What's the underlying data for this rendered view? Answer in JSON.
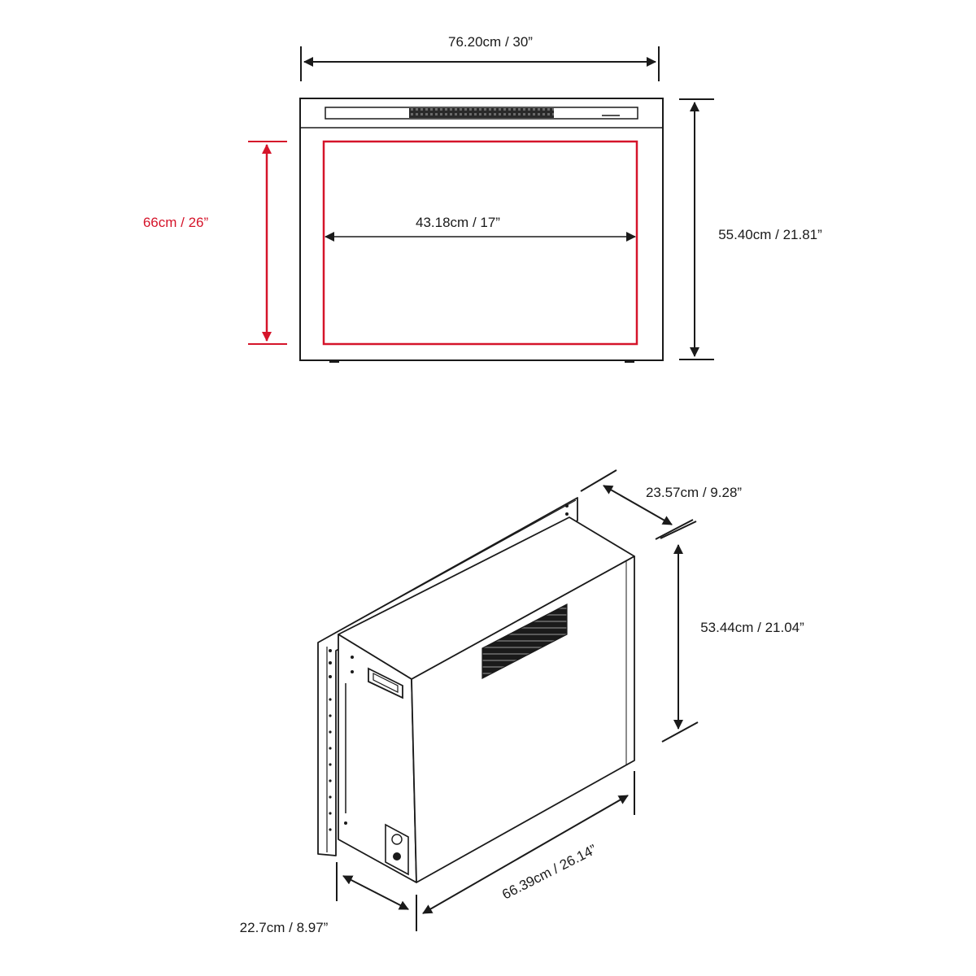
{
  "labels": {
    "front_width": "76.20cm / 30”",
    "front_height": "55.40cm / 21.81”",
    "viewing_diagonal": "66cm / 26”",
    "viewing_width": "43.18cm / 17”",
    "insert_depth": "23.57cm / 9.28”",
    "insert_height": "53.44cm / 21.04”",
    "insert_width": "66.39cm / 26.14”",
    "insert_side_depth": "22.7cm / 8.97”"
  },
  "colors": {
    "line": "#1a1a1a",
    "highlight": "#d5142a",
    "panel": "#ffffff"
  }
}
